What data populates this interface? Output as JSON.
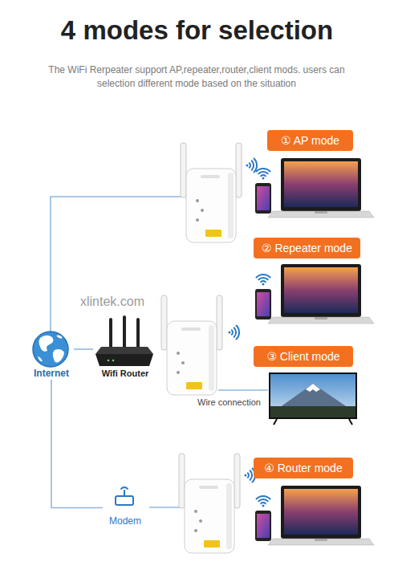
{
  "diagram": {
    "title": "4 modes for selection",
    "nodes": [
      {
        "text": [
          "Internet"
        ]
      },
      {
        "text": [
          "Wifi Router"
        ]
      },
      {
        "text": [
          "Modem"
        ]
      },
      {
        "text": [
          "① AP mode"
        ]
      },
      {
        "text": [
          "② Repeater mode"
        ]
      },
      {
        "text": [
          "③ Client mode"
        ]
      },
      {
        "text": [
          "④ Router mode"
        ]
      }
    ],
    "edges": [
      {
        "from": 0,
        "to": 1,
        "arrow": "none"
      },
      {
        "from": 0,
        "to": 2,
        "arrow": "none"
      }
    ],
    "labels": [
      "The WiFi Rerpeater support AP,repeater,router,client mods. users can selection different mode based on the situation",
      "xlintek.com",
      "Wire connection"
    ]
  }
}
